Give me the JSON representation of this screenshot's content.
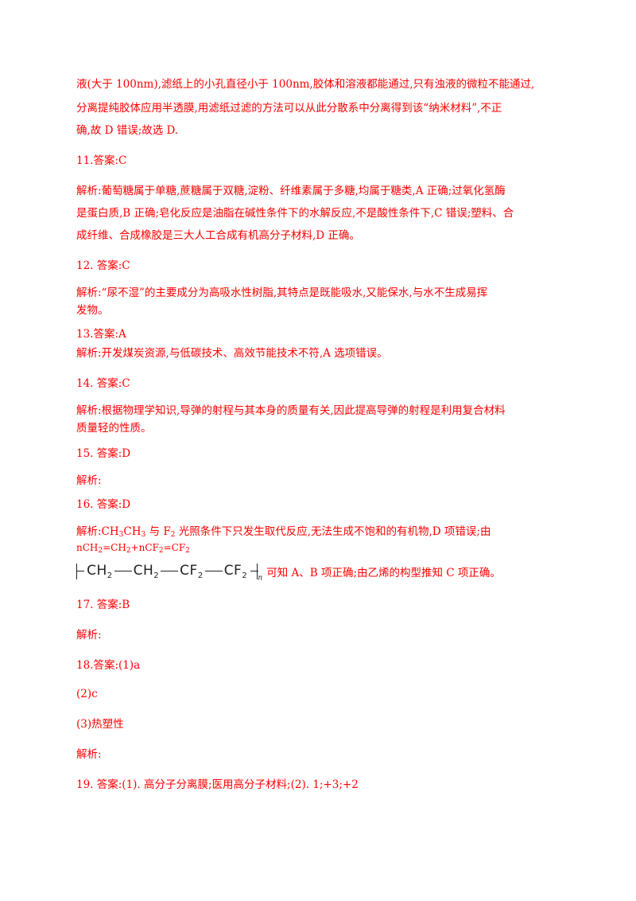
{
  "lines": {
    "l1": "液(大于 100nm),滤纸上的小孔直径小于 100nm,胶体和溶液都能通过,只有浊液的微粒不能通过,",
    "l2": "分离提纯胶体应用半透膜,用滤纸过滤的方法可以从此分散系中分离得到该“纳米材料”,不正",
    "l3": "确,故 D 错误;故选 D.",
    "a11": "11.答案:C",
    "e11a": "解析:葡萄糖属于单糖,蔗糖属于双糖,淀粉、纤维素属于多糖,均属于糖类,A 正确;过氧化氢酶",
    "e11b": "是蛋白质,B 正确;皂化反应是油脂在碱性条件下的水解反应,不是酸性条件下,C 错误;塑料、合",
    "e11c": "成纤维、合成橡胶是三大人工合成有机高分子材料,D 正确。",
    "a12": "12. 答案:C",
    "e12a": "解析:“尿不湿”的主要成分为高吸水性树脂,其特点是既能吸水,又能保水,与水不生成易挥",
    "e12b": "发物。",
    "a13": "13.答案:A",
    "e13": "解析:开发煤炭资源,与低碳技术、高效节能技术不符,A 选项错误。",
    "a14": "14. 答案:C",
    "e14a": "解析:根据物理学知识,导弹的射程与其本身的质量有关,因此提高导弹的射程是利用复合材料",
    "e14b": "质量轻的性质。",
    "a15": "15. 答案:D",
    "e15": "解析:",
    "a16": "16. 答案:D",
    "e16_pre": "解析:CH",
    "e16_s3a": "3",
    "e16_ch": "CH",
    "e16_s3b": "3",
    "e16_mid": " 与 F",
    "e16_s2": "2",
    "e16_post": " 光照条件下只发生取代反应,无法生成不饱和的有机物,D 项错误;由",
    "e16b_1": "nCH",
    "e16b_s1": "2",
    "e16b_2": "=CH",
    "e16b_s2": "2",
    "e16b_3": "+nCF",
    "e16b_s3": "2",
    "e16b_4": "=CF",
    "e16b_s4": "2",
    "poly_ch": "CH",
    "poly_cf": "CF",
    "poly_2": "2",
    "poly_n": "n",
    "e16_tail": "可知 A、B 项正确;由乙烯的构型推知 C 项正确。",
    "a17": "17. 答案:B",
    "e17": "解析:",
    "a18": "18.答案:(1)a",
    "a18b": "(2)c",
    "a18c": "(3)热塑性",
    "e18": "解析:",
    "a19": "19. 答案:(1). 高分子分离膜;医用高分子材料;(2). 1;+3;+2"
  }
}
